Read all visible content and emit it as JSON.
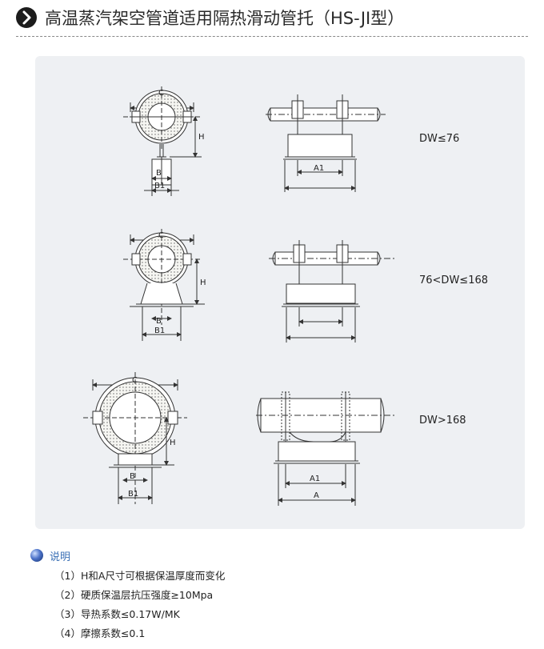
{
  "header": {
    "title": "高温蒸汽架空管道适用隔热滑动管托（HS-JI型）",
    "icon": "chevron-right-icon"
  },
  "diagram": {
    "rows": [
      {
        "range_label": "DW≤76",
        "label_C": "C",
        "label_H": "H",
        "label_B": "B",
        "label_B1": "B1",
        "label_A1": "A1"
      },
      {
        "range_label": "76<DW≤168",
        "label_C": "C",
        "label_H": "H",
        "label_B": "B",
        "label_B1": "B1"
      },
      {
        "range_label": "DW>168",
        "label_C": "C",
        "label_H": "H",
        "label_B": "B",
        "label_B1": "B1",
        "label_A1": "A1",
        "label_A": "A"
      }
    ]
  },
  "notes": {
    "title": "说明",
    "items": [
      "（1）H和A尺寸可根据保温厚度而变化",
      "（2）硬质保温层抗压强度≥10Mpa",
      "（3）导热系数≤0.17W/MK",
      "（4）摩擦系数≤0.1"
    ]
  },
  "colors": {
    "panel_bg": "#eef0f3",
    "accent": "#3a6fb5",
    "line": "#333333"
  }
}
